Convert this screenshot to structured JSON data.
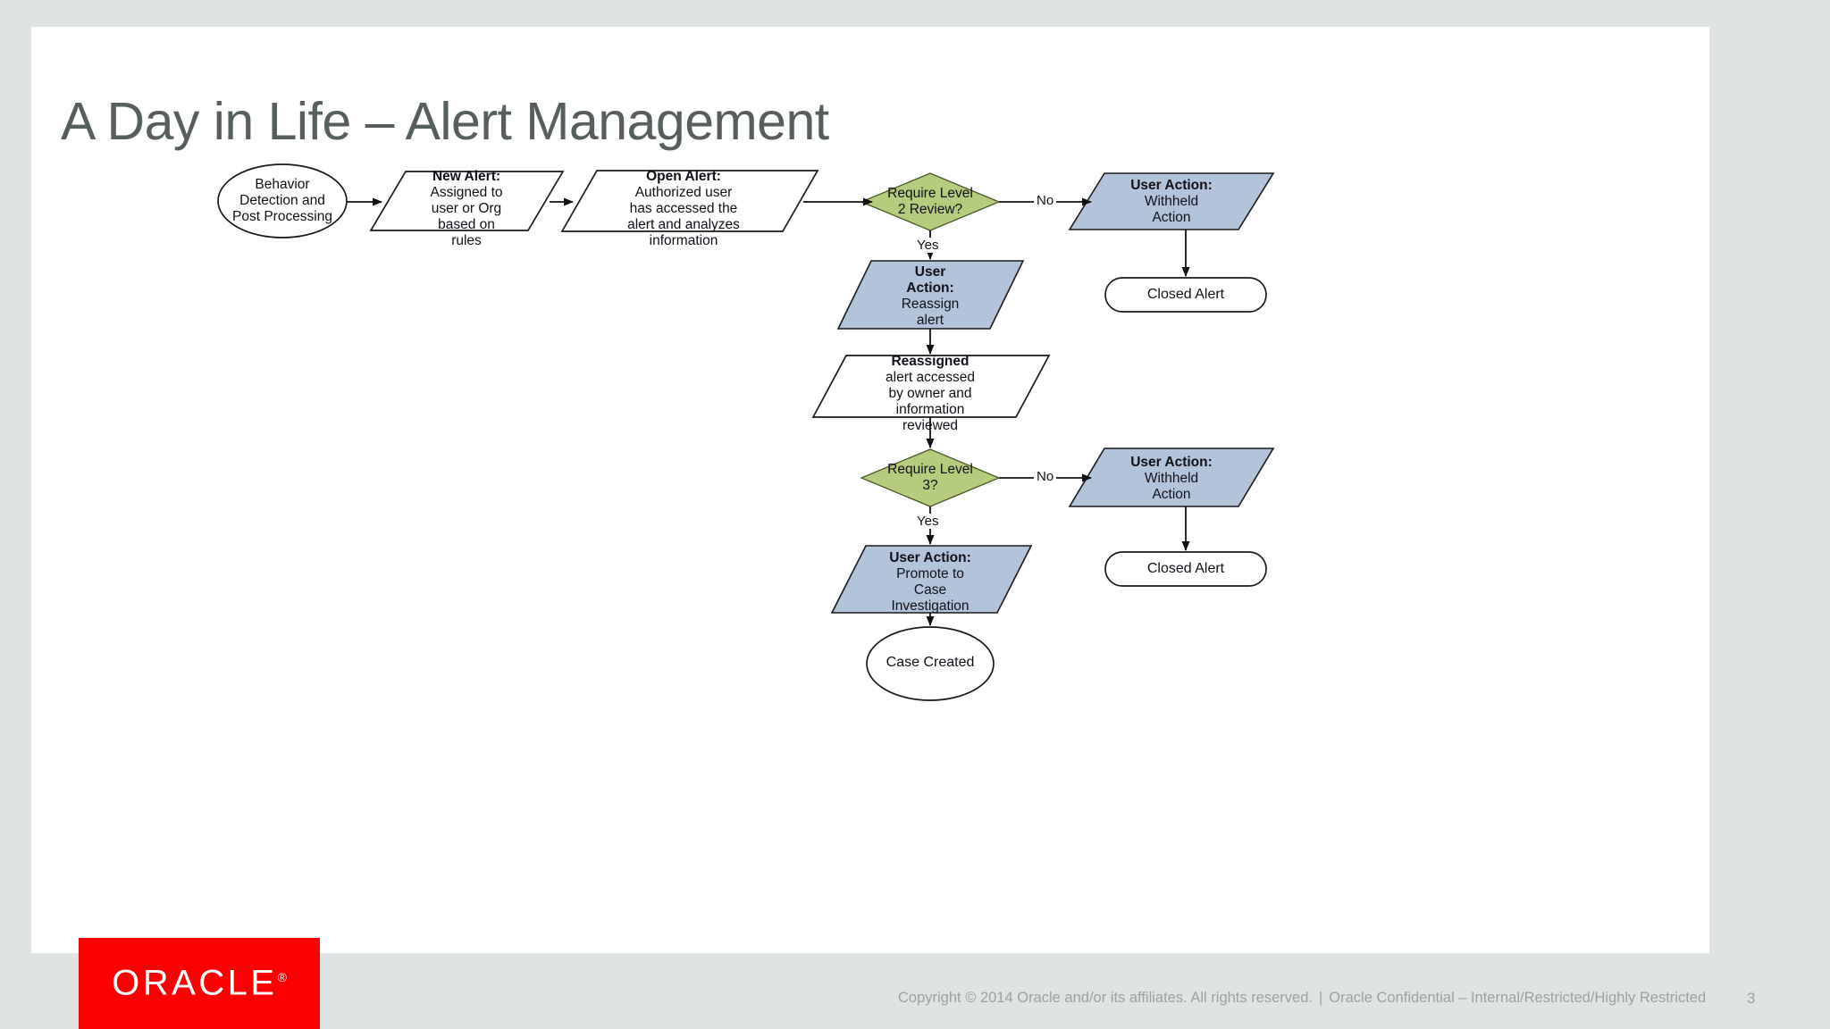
{
  "slide": {
    "title": "A Day in Life – Alert Management",
    "page_number": "3",
    "background_color": "#dfe3e2",
    "canvas_color": "#ffffff",
    "title_color": "#575e5e"
  },
  "branding": {
    "logo_text": "ORACLE",
    "logo_registered_mark": "®",
    "logo_background_color": "#fa0000",
    "logo_text_color": "#ffffff"
  },
  "footer": {
    "copyright": "Copyright © 2014 Oracle and/or its affiliates. All rights reserved.",
    "separator": "|",
    "classification": "Oracle Confidential – Internal/Restricted/Highly Restricted",
    "text_color": "#9aa3a3"
  },
  "palette": {
    "decision_fill": "#b5cb7e",
    "action_fill": "#b3c3da",
    "process_fill": "#ffffff",
    "stroke": "#1a1a1a"
  },
  "flowchart": {
    "type": "flowchart",
    "nodes": [
      {
        "id": "behavior-detection",
        "shape": "ellipse",
        "fill": "#ffffff",
        "lines": [
          {
            "text": "Behavior",
            "bold": false
          },
          {
            "text": "Detection and",
            "bold": false
          },
          {
            "text": "Post Processing",
            "bold": false
          }
        ]
      },
      {
        "id": "new-alert",
        "shape": "parallelogram",
        "fill": "#ffffff",
        "lines": [
          {
            "text": "New Alert:",
            "bold": true
          },
          {
            "text": "Assigned to",
            "bold": false
          },
          {
            "text": "user or Org",
            "bold": false
          },
          {
            "text": "based on",
            "bold": false
          },
          {
            "text": "rules",
            "bold": false
          }
        ]
      },
      {
        "id": "open-alert",
        "shape": "parallelogram",
        "fill": "#ffffff",
        "lines": [
          {
            "text": "Open Alert:",
            "bold": true
          },
          {
            "text": "Authorized user",
            "bold": false
          },
          {
            "text": "has accessed the",
            "bold": false
          },
          {
            "text": "alert and analyzes",
            "bold": false
          },
          {
            "text": "information",
            "bold": false
          }
        ]
      },
      {
        "id": "require-level-2",
        "shape": "diamond",
        "fill": "#b5cb7e",
        "lines": [
          {
            "text": "Require Level",
            "bold": false
          },
          {
            "text": "2 Review?",
            "bold": false
          }
        ]
      },
      {
        "id": "withheld-action-1",
        "shape": "parallelogram",
        "fill": "#b3c3da",
        "lines": [
          {
            "text": "User Action:",
            "bold": true
          },
          {
            "text": "Withheld",
            "bold": false
          },
          {
            "text": "Action",
            "bold": false
          }
        ]
      },
      {
        "id": "closed-alert-1",
        "shape": "stadium",
        "fill": "#ffffff",
        "lines": [
          {
            "text": "Closed Alert",
            "bold": false
          }
        ]
      },
      {
        "id": "reassign-alert",
        "shape": "parallelogram",
        "fill": "#b3c3da",
        "lines": [
          {
            "text": "User",
            "bold": true
          },
          {
            "text": "Action:",
            "bold": true
          },
          {
            "text": "Reassign",
            "bold": false
          },
          {
            "text": "alert",
            "bold": false
          }
        ]
      },
      {
        "id": "reassigned-reviewed",
        "shape": "parallelogram",
        "fill": "#ffffff",
        "lines": [
          {
            "text": "Reassigned",
            "bold": true
          },
          {
            "text": "alert accessed",
            "bold": false
          },
          {
            "text": "by owner and",
            "bold": false
          },
          {
            "text": "information",
            "bold": false
          },
          {
            "text": "reviewed",
            "bold": false
          }
        ]
      },
      {
        "id": "require-level-3",
        "shape": "diamond",
        "fill": "#b5cb7e",
        "lines": [
          {
            "text": "Require Level",
            "bold": false
          },
          {
            "text": "3?",
            "bold": false
          }
        ]
      },
      {
        "id": "withheld-action-2",
        "shape": "parallelogram",
        "fill": "#b3c3da",
        "lines": [
          {
            "text": "User Action:",
            "bold": true
          },
          {
            "text": "Withheld",
            "bold": false
          },
          {
            "text": "Action",
            "bold": false
          }
        ]
      },
      {
        "id": "closed-alert-2",
        "shape": "stadium",
        "fill": "#ffffff",
        "lines": [
          {
            "text": "Closed Alert",
            "bold": false
          }
        ]
      },
      {
        "id": "promote-case",
        "shape": "parallelogram",
        "fill": "#b3c3da",
        "lines": [
          {
            "text": "User Action:",
            "bold": true
          },
          {
            "text": "Promote to",
            "bold": false
          },
          {
            "text": "Case",
            "bold": false
          },
          {
            "text": "Investigation",
            "bold": false
          }
        ]
      },
      {
        "id": "case-created",
        "shape": "ellipse",
        "fill": "#ffffff",
        "lines": [
          {
            "text": "Case Created",
            "bold": false
          }
        ]
      }
    ],
    "edge_labels": {
      "level2_no": "No",
      "level2_yes": "Yes",
      "level3_no": "No",
      "level3_yes": "Yes"
    }
  }
}
